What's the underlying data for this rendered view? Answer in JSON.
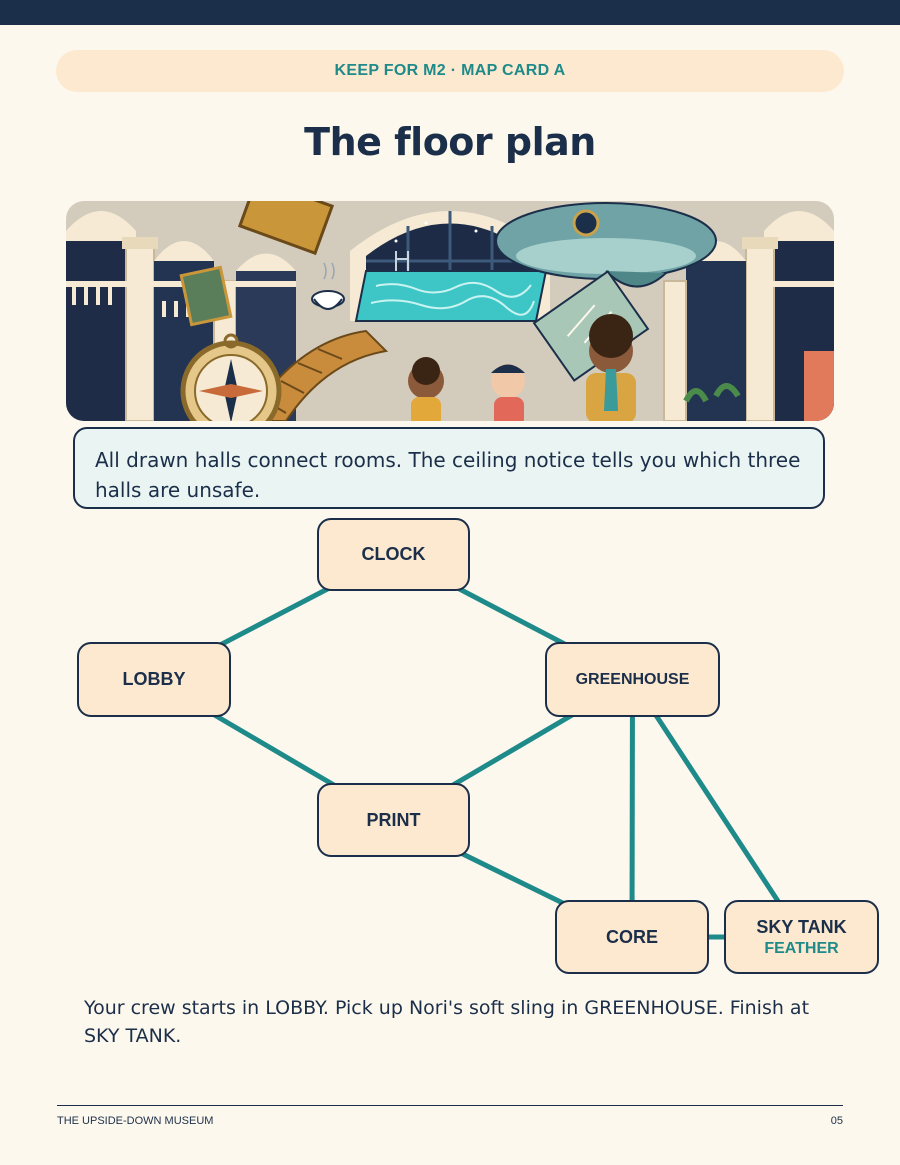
{
  "header": {
    "kicker": "KEEP FOR M2 · MAP CARD A",
    "title": "The floor plan"
  },
  "notice": {
    "text": "All drawn halls connect rooms. The ceiling notice tells you which three halls are unsafe."
  },
  "map": {
    "rooms": [
      {
        "id": "clock",
        "label": "CLOCK"
      },
      {
        "id": "lobby",
        "label": "LOBBY"
      },
      {
        "id": "greenhouse",
        "label": "GREENHOUSE"
      },
      {
        "id": "print",
        "label": "PRINT"
      },
      {
        "id": "core",
        "label": "CORE"
      },
      {
        "id": "skytank",
        "label": "SKY TANK",
        "tag": "FEATHER"
      }
    ],
    "halls": [
      [
        "lobby",
        "clock"
      ],
      [
        "clock",
        "greenhouse"
      ],
      [
        "lobby",
        "print"
      ],
      [
        "print",
        "greenhouse"
      ],
      [
        "print",
        "core"
      ],
      [
        "greenhouse",
        "core"
      ],
      [
        "greenhouse",
        "skytank"
      ],
      [
        "core",
        "skytank"
      ]
    ]
  },
  "instructions": {
    "text": "Your crew starts in LOBBY. Pick up Nori's soft sling in GREENHOUSE. Finish at SKY TANK."
  },
  "footer": {
    "left": "THE UPSIDE-DOWN MUSEUM",
    "right": "05"
  },
  "colors": {
    "navy": "#1c2f4a",
    "teal": "#1e8a8a",
    "cream": "#fdf8ed",
    "peach": "#fde9cf",
    "notice_bg": "#eaf5f3"
  },
  "illustration": {
    "icons": [
      "compass-icon",
      "teacup-icon",
      "whale-icon",
      "pool-icon",
      "map-scroll-icon",
      "staircase-icon"
    ]
  }
}
